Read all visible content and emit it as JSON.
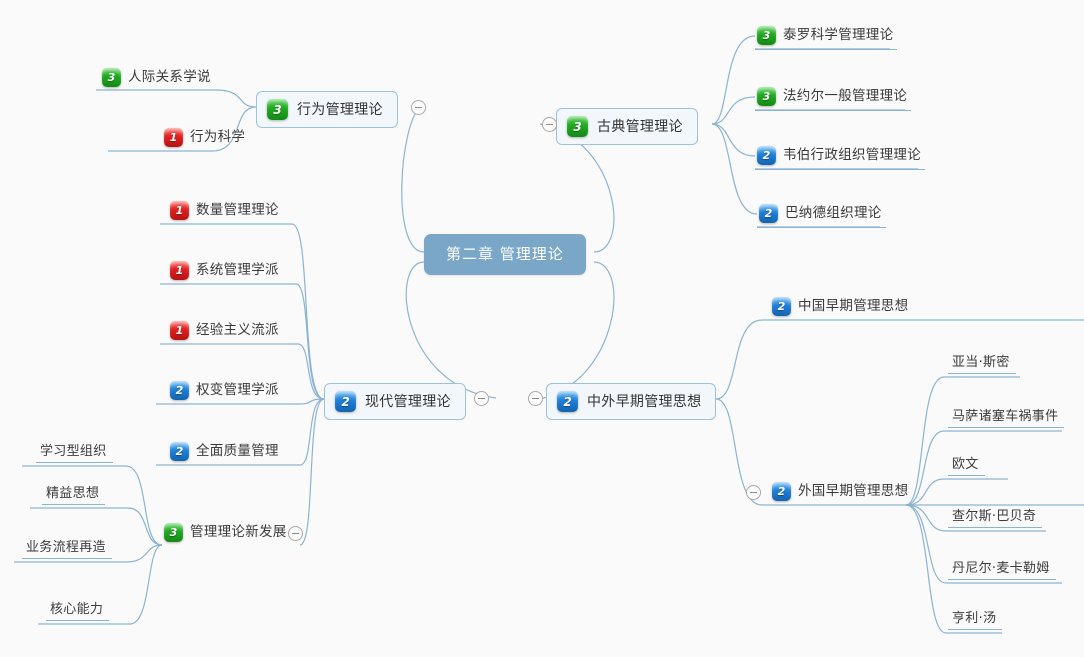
{
  "document": {
    "type": "mind-map",
    "background_color": "#fafafa",
    "link_color": "#8cb4d2"
  },
  "root": {
    "label": "第二章 管理理论",
    "color": "#7aa7c7",
    "text_color": "#ffffff"
  },
  "badges": {
    "green_value": "3",
    "blue_value": "2",
    "red_value": "1",
    "green_color": "#22a822",
    "blue_color": "#1f7fd8",
    "red_color": "#df2020"
  },
  "branches": [
    {
      "id": "classical",
      "label": "古典管理理论",
      "badge": "3",
      "badge_color": "green",
      "side": "right",
      "collapsed": false,
      "toggle_icon": "minus-circle-icon",
      "children": [
        {
          "label": "泰罗科学管理理论",
          "badge": "3",
          "badge_color": "green"
        },
        {
          "label": "法约尔一般管理理论",
          "badge": "3",
          "badge_color": "green"
        },
        {
          "label": "韦伯行政组织管理理论",
          "badge": "2",
          "badge_color": "blue"
        },
        {
          "label": "巴纳德组织理论",
          "badge": "2",
          "badge_color": "blue"
        }
      ]
    },
    {
      "id": "behavioral",
      "label": "行为管理理论",
      "badge": "3",
      "badge_color": "green",
      "side": "left",
      "collapsed": false,
      "toggle_icon": "minus-circle-icon",
      "children": [
        {
          "label": "人际关系学说",
          "badge": "3",
          "badge_color": "green"
        },
        {
          "label": "行为科学",
          "badge": "1",
          "badge_color": "red"
        }
      ]
    },
    {
      "id": "modern",
      "label": "现代管理理论",
      "badge": "2",
      "badge_color": "blue",
      "side": "left",
      "collapsed": false,
      "toggle_icon": "minus-circle-icon",
      "children": [
        {
          "label": "数量管理理论",
          "badge": "1",
          "badge_color": "red"
        },
        {
          "label": "系统管理学派",
          "badge": "1",
          "badge_color": "red"
        },
        {
          "label": "经验主义流派",
          "badge": "1",
          "badge_color": "red"
        },
        {
          "label": "权变管理学派",
          "badge": "2",
          "badge_color": "blue"
        },
        {
          "label": "全面质量管理",
          "badge": "2",
          "badge_color": "blue"
        },
        {
          "label": "管理理论新发展",
          "badge": "3",
          "badge_color": "green",
          "toggle_icon": "minus-circle-icon",
          "children": [
            {
              "label": "学习型组织"
            },
            {
              "label": "精益思想"
            },
            {
              "label": "业务流程再造"
            },
            {
              "label": "核心能力"
            }
          ]
        }
      ]
    },
    {
      "id": "early",
      "label": "中外早期管理思想",
      "badge": "2",
      "badge_color": "blue",
      "side": "right",
      "collapsed": false,
      "toggle_icon": "minus-circle-icon",
      "children": [
        {
          "label": "中国早期管理思想",
          "badge": "2",
          "badge_color": "blue"
        },
        {
          "label": "外国早期管理思想",
          "badge": "2",
          "badge_color": "blue",
          "toggle_icon": "minus-circle-icon",
          "children": [
            {
              "label": "亚当·斯密"
            },
            {
              "label": "马萨诸塞车祸事件"
            },
            {
              "label": "欧文"
            },
            {
              "label": "查尔斯·巴贝奇"
            },
            {
              "label": "丹尼尔·麦卡勒姆"
            },
            {
              "label": "亨利·汤"
            }
          ]
        }
      ]
    }
  ]
}
